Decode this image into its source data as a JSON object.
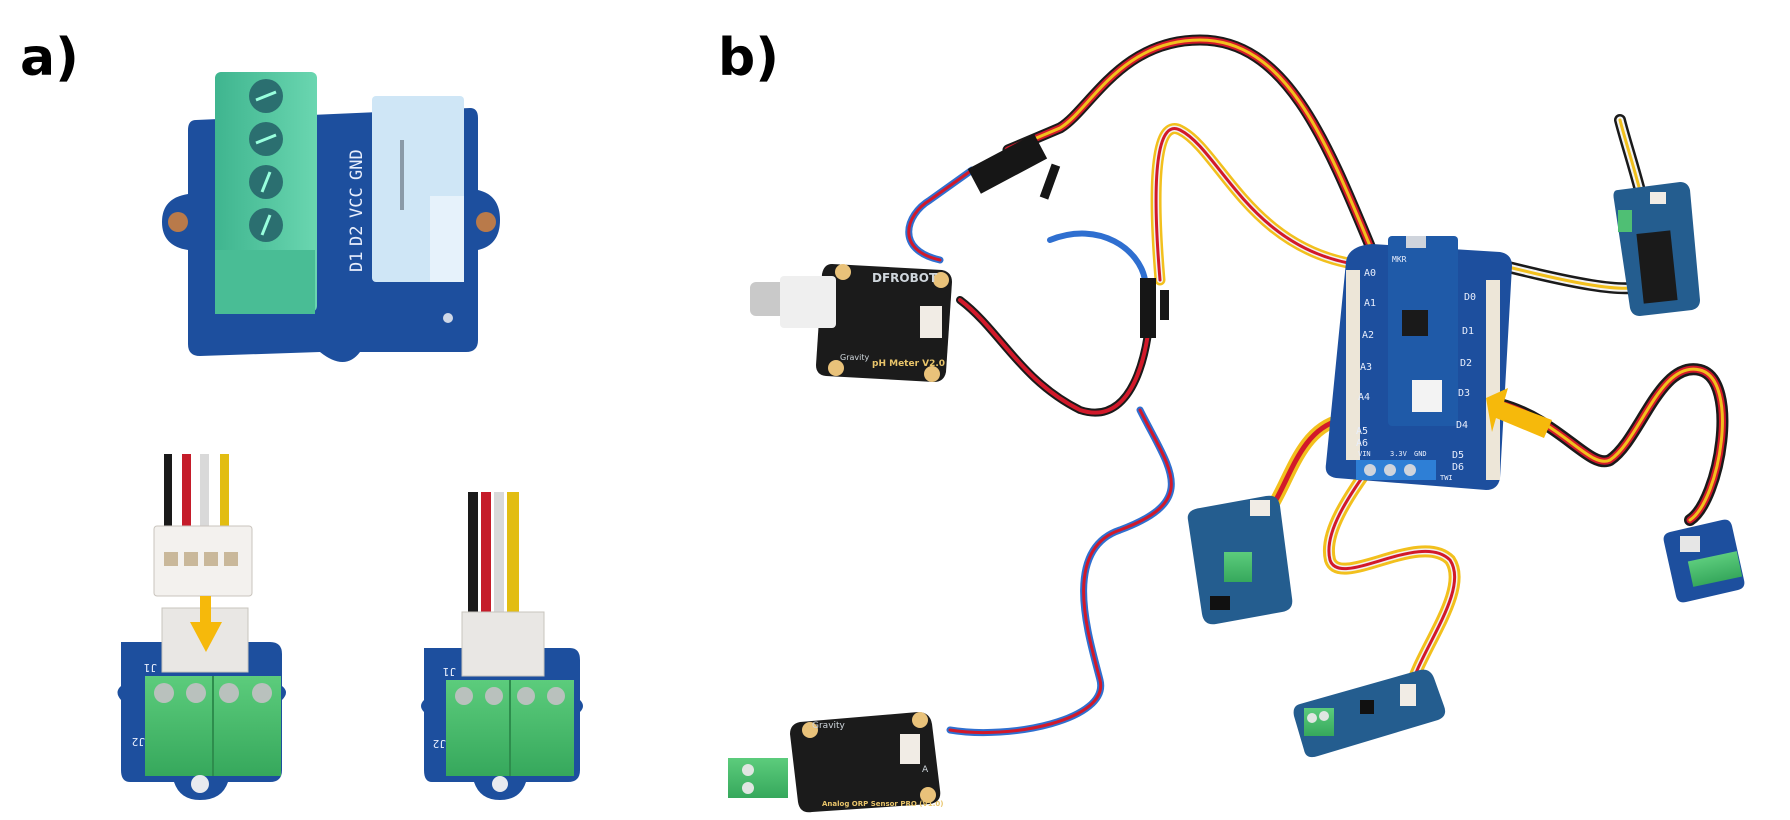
{
  "figure": {
    "panel_a": {
      "label": "a)",
      "top_board": {
        "pin_labels": [
          "D1",
          "D2",
          "VCC",
          "GND"
        ]
      },
      "bottom_boards": {
        "left_label_j1": "J1",
        "left_label_j2": "J2",
        "right_label_j1": "J1",
        "right_label_j2": "J2"
      }
    },
    "panel_b": {
      "label": "b)",
      "ph_board": {
        "brand": "DFROBOT",
        "name": "pH Meter V2.0",
        "tag": "Gravity"
      },
      "orp_board": {
        "tag": "Gravity",
        "name": "Analog ORP Sensor PRO (V1.0)",
        "connector": "A"
      },
      "carrier_board": {
        "left_ports": [
          "A0",
          "A1",
          "A2",
          "A3",
          "A4",
          "A5",
          "A6"
        ],
        "right_ports": [
          "D0",
          "D1",
          "D2",
          "D3",
          "D4",
          "D5",
          "D6"
        ],
        "bottom_labels": [
          "VIN",
          "3.3V",
          "GND",
          "TWI"
        ],
        "top_label": "MKR"
      }
    },
    "colors": {
      "pcb_blue": "#1d4f9e",
      "grove_blue": "#245d8f",
      "terminal_green": "#4fbf74",
      "terminal_teal": "#53c7a0",
      "arrow_yellow": "#f6b90b",
      "dfrobot_black": "#1b1b1b",
      "wire_black": "#1a1a1a",
      "wire_red": "#d2192a",
      "wire_white": "#f2f2f2",
      "wire_yellow": "#f2c01d",
      "wire_blue": "#2f6fd0"
    }
  }
}
